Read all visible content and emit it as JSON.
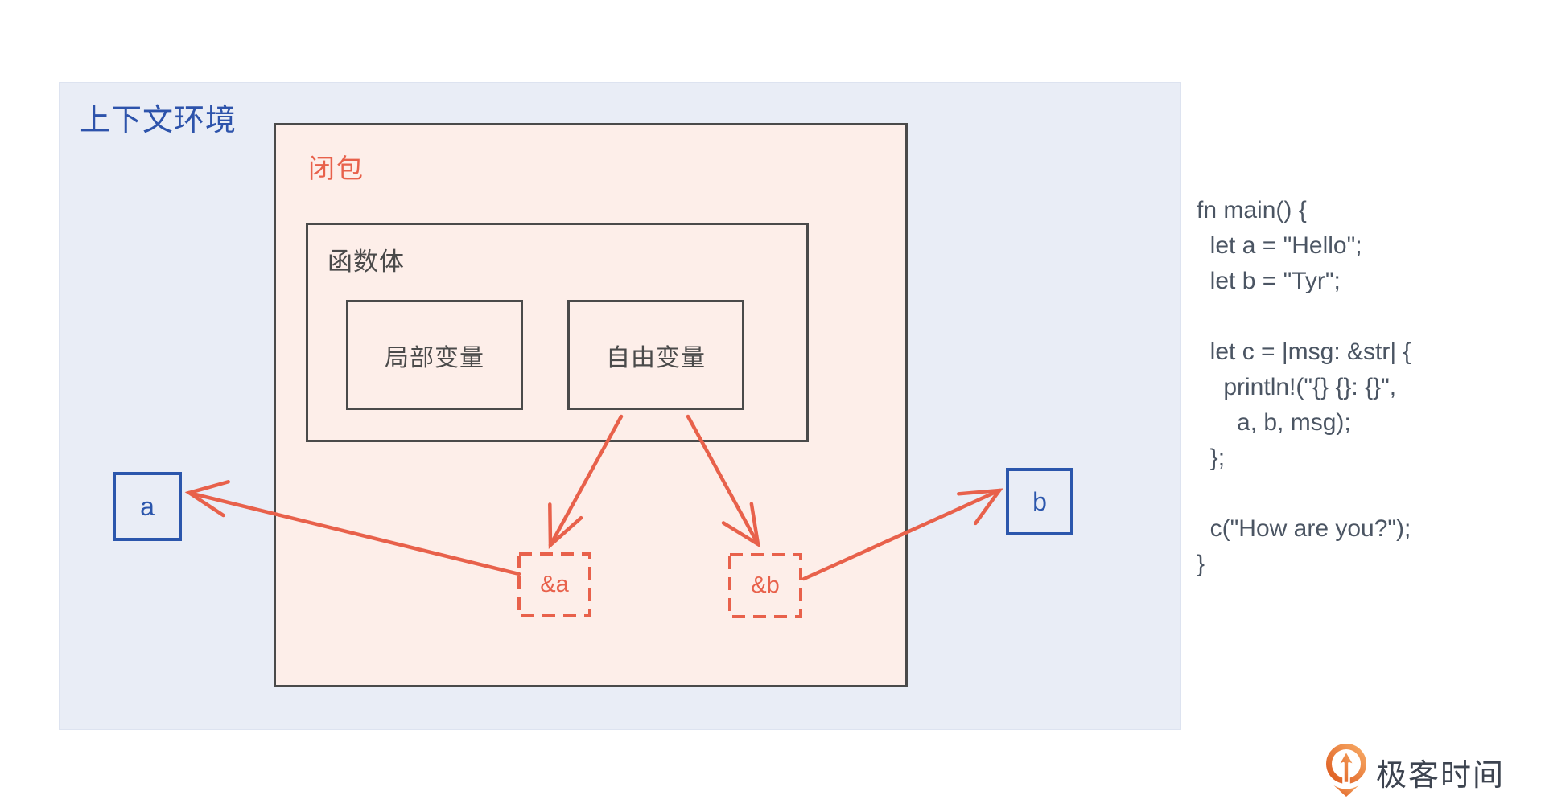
{
  "diagram": {
    "context_label": "上下文环境",
    "closure_label": "闭包",
    "function_body_label": "函数体",
    "local_variable_label": "局部变量",
    "free_variable_label": "自由变量",
    "ref_a_label": "&a",
    "ref_b_label": "&b",
    "var_a_label": "a",
    "var_b_label": "b"
  },
  "code": {
    "lines": [
      "fn main() {",
      "  let a = \"Hello\";",
      "  let b = \"Tyr\";",
      "",
      "  let c = |msg: &str| {",
      "    println!(\"{} {}: {}\",",
      "      a, b, msg);",
      "  };",
      "",
      "  c(\"How are you?\");",
      "}"
    ]
  },
  "footer": {
    "brand_text": "极客时间",
    "brand_icon": "geektime-logo-icon"
  },
  "colors": {
    "context_background": "#e9edf6",
    "closure_background": "#fdeee9",
    "diagram_border_dark": "#4a4a4a",
    "accent_orange": "#e8614b",
    "accent_blue": "#2b56ac",
    "code_text": "#4b5563",
    "brand_orange_light": "#f7a964",
    "brand_orange_dark": "#dd5b20"
  }
}
